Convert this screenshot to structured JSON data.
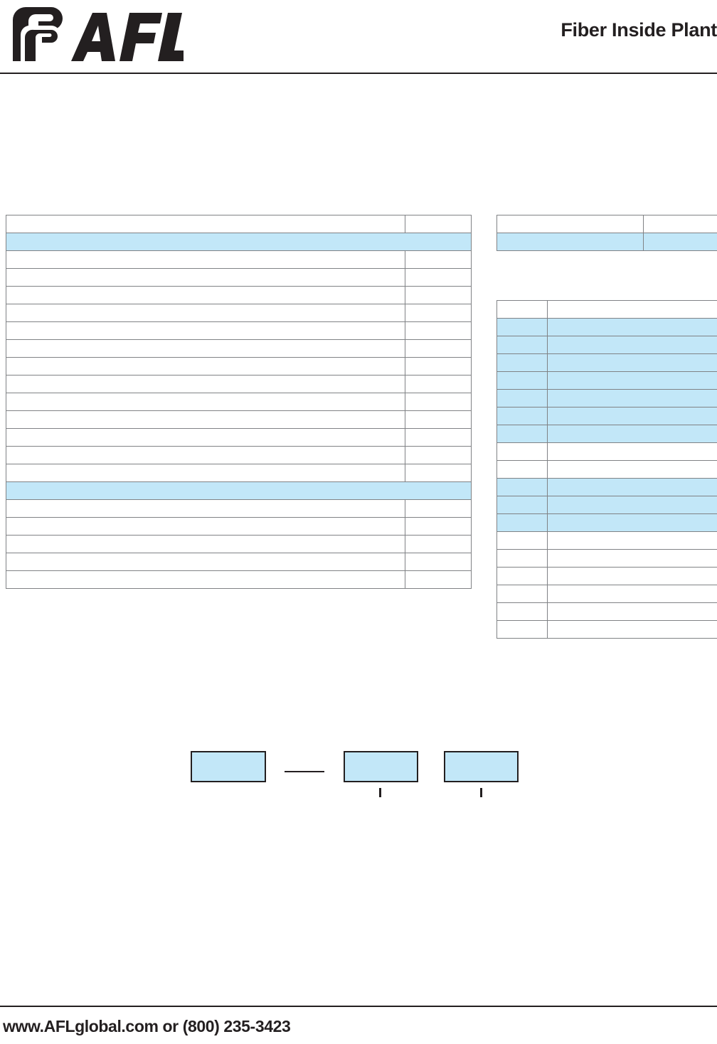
{
  "document": {
    "title": "Fiber Inside Plant",
    "background_color": "#ffffff",
    "text_color": "#231f20",
    "accent_color": "#c2e7f8",
    "rule_color": "#231f20",
    "grid_color": "#808285"
  },
  "header": {
    "logo_name": "afl-logo",
    "logo_wordmark": "AFL",
    "title": "Fiber Inside Plant"
  },
  "footer": {
    "contact": "www.AFLglobal.com or (800) 235-3423"
  },
  "tables": {
    "left": {
      "name": "specification-table-left",
      "column_count": 2,
      "columns": [
        "",
        ""
      ],
      "rows": [
        {
          "accent": false,
          "span": false,
          "cells": [
            "",
            ""
          ]
        },
        {
          "accent": true,
          "span": true,
          "cells": [
            ""
          ]
        },
        {
          "accent": false,
          "span": false,
          "cells": [
            "",
            ""
          ]
        },
        {
          "accent": false,
          "span": false,
          "cells": [
            "",
            ""
          ]
        },
        {
          "accent": false,
          "span": false,
          "cells": [
            "",
            ""
          ]
        },
        {
          "accent": false,
          "span": false,
          "cells": [
            "",
            ""
          ]
        },
        {
          "accent": false,
          "span": false,
          "cells": [
            "",
            ""
          ]
        },
        {
          "accent": false,
          "span": false,
          "cells": [
            "",
            ""
          ]
        },
        {
          "accent": false,
          "span": false,
          "cells": [
            "",
            ""
          ]
        },
        {
          "accent": false,
          "span": false,
          "cells": [
            "",
            ""
          ]
        },
        {
          "accent": false,
          "span": false,
          "cells": [
            "",
            ""
          ]
        },
        {
          "accent": false,
          "span": false,
          "cells": [
            "",
            ""
          ]
        },
        {
          "accent": false,
          "span": false,
          "cells": [
            "",
            ""
          ]
        },
        {
          "accent": false,
          "span": false,
          "cells": [
            "",
            ""
          ]
        },
        {
          "accent": false,
          "span": false,
          "cells": [
            "",
            ""
          ]
        },
        {
          "accent": true,
          "span": true,
          "cells": [
            ""
          ]
        },
        {
          "accent": false,
          "span": false,
          "cells": [
            "",
            ""
          ]
        },
        {
          "accent": false,
          "span": false,
          "cells": [
            "",
            ""
          ]
        },
        {
          "accent": false,
          "span": false,
          "cells": [
            "",
            ""
          ]
        },
        {
          "accent": false,
          "span": false,
          "cells": [
            "",
            ""
          ]
        },
        {
          "accent": false,
          "span": false,
          "cells": [
            "",
            ""
          ]
        }
      ]
    },
    "top_right": {
      "name": "summary-table-top-right",
      "column_count": 2,
      "columns": [
        "",
        ""
      ],
      "rows": [
        {
          "accent": false,
          "cells": [
            "",
            ""
          ]
        },
        {
          "accent": true,
          "cells": [
            "",
            ""
          ]
        }
      ]
    },
    "right": {
      "name": "ordering-table-right",
      "column_count": 2,
      "columns": [
        "",
        ""
      ],
      "rows": [
        {
          "accent": false,
          "cells": [
            "",
            ""
          ]
        },
        {
          "accent": true,
          "cells": [
            "",
            ""
          ]
        },
        {
          "accent": true,
          "cells": [
            "",
            ""
          ]
        },
        {
          "accent": true,
          "cells": [
            "",
            ""
          ]
        },
        {
          "accent": true,
          "cells": [
            "",
            ""
          ]
        },
        {
          "accent": true,
          "cells": [
            "",
            ""
          ]
        },
        {
          "accent": true,
          "cells": [
            "",
            ""
          ]
        },
        {
          "accent": true,
          "cells": [
            "",
            ""
          ]
        },
        {
          "accent": false,
          "cells": [
            "",
            ""
          ]
        },
        {
          "accent": false,
          "cells": [
            "",
            ""
          ]
        },
        {
          "accent": true,
          "cells": [
            "",
            ""
          ]
        },
        {
          "accent": true,
          "cells": [
            "",
            ""
          ]
        },
        {
          "accent": true,
          "cells": [
            "",
            ""
          ]
        },
        {
          "accent": false,
          "cells": [
            "",
            ""
          ]
        },
        {
          "accent": false,
          "cells": [
            "",
            ""
          ]
        },
        {
          "accent": false,
          "cells": [
            "",
            ""
          ]
        },
        {
          "accent": false,
          "cells": [
            "",
            ""
          ]
        },
        {
          "accent": false,
          "cells": [
            "",
            ""
          ]
        },
        {
          "accent": false,
          "cells": [
            "",
            ""
          ]
        }
      ]
    }
  },
  "diagram": {
    "name": "product-configuration-diagram",
    "boxes": [
      {
        "name": "diagram-box-1",
        "label": ""
      },
      {
        "name": "diagram-box-2",
        "label": ""
      },
      {
        "name": "diagram-box-3",
        "label": ""
      }
    ],
    "connector_label": "",
    "ticks": [
      {
        "name": "diagram-tick-1",
        "label": ""
      },
      {
        "name": "diagram-tick-2",
        "label": ""
      }
    ]
  }
}
